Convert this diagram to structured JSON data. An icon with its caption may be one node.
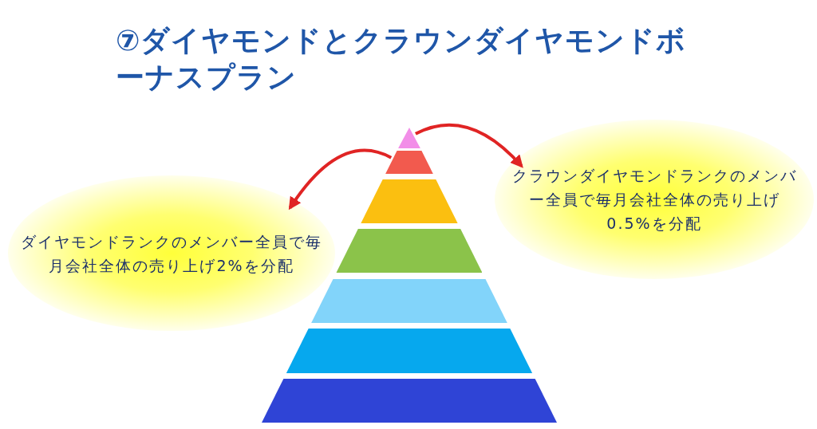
{
  "diagram": {
    "title": "⑦ダイヤモンドとクラウンダイヤモンドボーナスプラン",
    "nodes": [
      {
        "text": [],
        "shape": "triangle"
      },
      {
        "text": [],
        "shape": "trapezoid"
      },
      {
        "text": [],
        "shape": "trapezoid"
      },
      {
        "text": [],
        "shape": "trapezoid"
      },
      {
        "text": [],
        "shape": "trapezoid"
      },
      {
        "text": [],
        "shape": "trapezoid"
      },
      {
        "text": [],
        "shape": "trapezoid"
      },
      {
        "text": [
          "クラウンダイヤモンドランクのメンバー全員で毎月会社全体の売り上げ0.5%を分配"
        ]
      },
      {
        "text": [
          "ダイヤモンドランクのメンバー全員で毎月会社全体の売り上げ2%を分配"
        ]
      }
    ],
    "edges": [
      {
        "from": 0,
        "to": 7,
        "arrow": "to",
        "color": "#e02424"
      },
      {
        "from": 1,
        "to": 8,
        "arrow": "to",
        "color": "#e02424"
      }
    ]
  }
}
